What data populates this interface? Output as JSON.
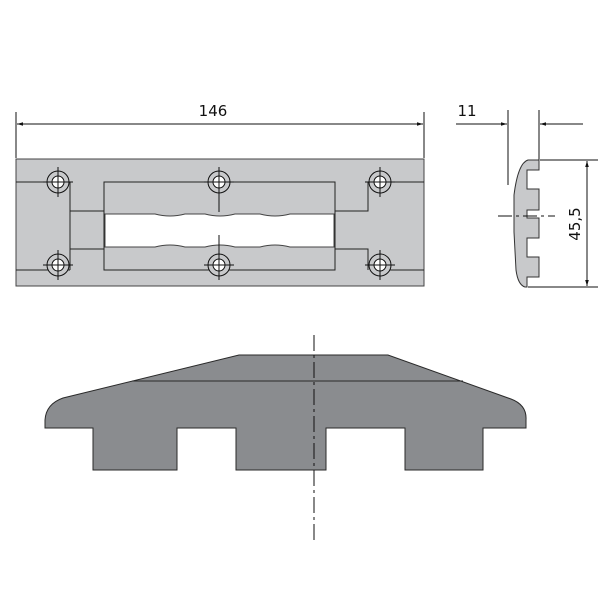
{
  "drawing": {
    "top_view": {
      "width_dimension": "146",
      "fill_color": "#c8c9cb",
      "outline_color": "#333333",
      "mounting_holes": 6
    },
    "side_view": {
      "thickness_dimension": "11",
      "height_dimension": "45,5",
      "fill_color": "#c8c9cb"
    },
    "front_section": {
      "fill_color": "#8a8c8f",
      "centerline": "dash-dot"
    }
  }
}
